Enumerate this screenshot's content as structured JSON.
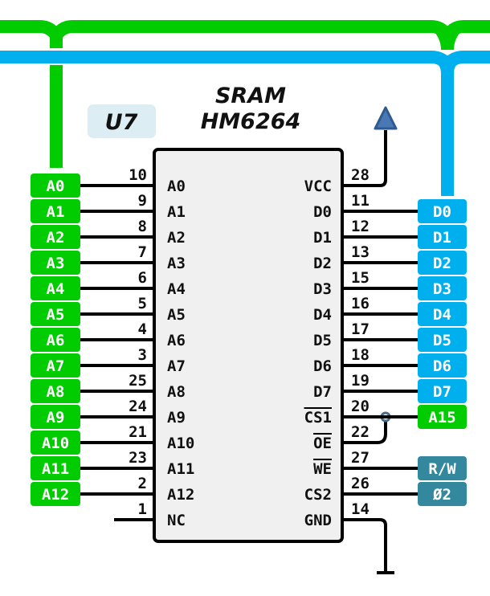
{
  "chip": {
    "title_line1": "SRAM",
    "title_line2": "HM6264",
    "ref": "U7"
  },
  "colors": {
    "address_bus": "#00cc00",
    "data_bus": "#00b0ee",
    "control_tag": "#33889e",
    "ref_badge": "#dceef4",
    "chip_fill": "#f0f0f0",
    "vcc_arrow": "#4a78b5"
  },
  "left_pins": [
    {
      "num": "10",
      "name": "A0",
      "tag": "A0"
    },
    {
      "num": "9",
      "name": "A1",
      "tag": "A1"
    },
    {
      "num": "8",
      "name": "A2",
      "tag": "A2"
    },
    {
      "num": "7",
      "name": "A3",
      "tag": "A3"
    },
    {
      "num": "6",
      "name": "A4",
      "tag": "A4"
    },
    {
      "num": "5",
      "name": "A5",
      "tag": "A5"
    },
    {
      "num": "4",
      "name": "A6",
      "tag": "A6"
    },
    {
      "num": "3",
      "name": "A7",
      "tag": "A7"
    },
    {
      "num": "25",
      "name": "A8",
      "tag": "A8"
    },
    {
      "num": "24",
      "name": "A9",
      "tag": "A9"
    },
    {
      "num": "21",
      "name": "A10",
      "tag": "A10"
    },
    {
      "num": "23",
      "name": "A11",
      "tag": "A11"
    },
    {
      "num": "2",
      "name": "A12",
      "tag": "A12"
    },
    {
      "num": "1",
      "name": "NC",
      "tag": null
    }
  ],
  "right_pins": [
    {
      "num": "28",
      "name": "VCC",
      "overline": false,
      "tag": null,
      "tag_kind": "power"
    },
    {
      "num": "11",
      "name": "D0",
      "overline": false,
      "tag": "D0",
      "tag_kind": "data"
    },
    {
      "num": "12",
      "name": "D1",
      "overline": false,
      "tag": "D1",
      "tag_kind": "data"
    },
    {
      "num": "13",
      "name": "D2",
      "overline": false,
      "tag": "D2",
      "tag_kind": "data"
    },
    {
      "num": "15",
      "name": "D3",
      "overline": false,
      "tag": "D3",
      "tag_kind": "data"
    },
    {
      "num": "16",
      "name": "D4",
      "overline": false,
      "tag": "D4",
      "tag_kind": "data"
    },
    {
      "num": "17",
      "name": "D5",
      "overline": false,
      "tag": "D5",
      "tag_kind": "data"
    },
    {
      "num": "18",
      "name": "D6",
      "overline": false,
      "tag": "D6",
      "tag_kind": "data"
    },
    {
      "num": "19",
      "name": "D7",
      "overline": false,
      "tag": "D7",
      "tag_kind": "data"
    },
    {
      "num": "20",
      "name": "CS1",
      "overline": true,
      "tag": "A15",
      "tag_kind": "address"
    },
    {
      "num": "22",
      "name": "OE",
      "overline": true,
      "tag": null,
      "tag_kind": "tied"
    },
    {
      "num": "27",
      "name": "WE",
      "overline": true,
      "tag": "R/W",
      "tag_kind": "control"
    },
    {
      "num": "26",
      "name": "CS2",
      "overline": false,
      "tag": "Ø2",
      "tag_kind": "control"
    },
    {
      "num": "14",
      "name": "GND",
      "overline": false,
      "tag": null,
      "tag_kind": "ground"
    }
  ]
}
